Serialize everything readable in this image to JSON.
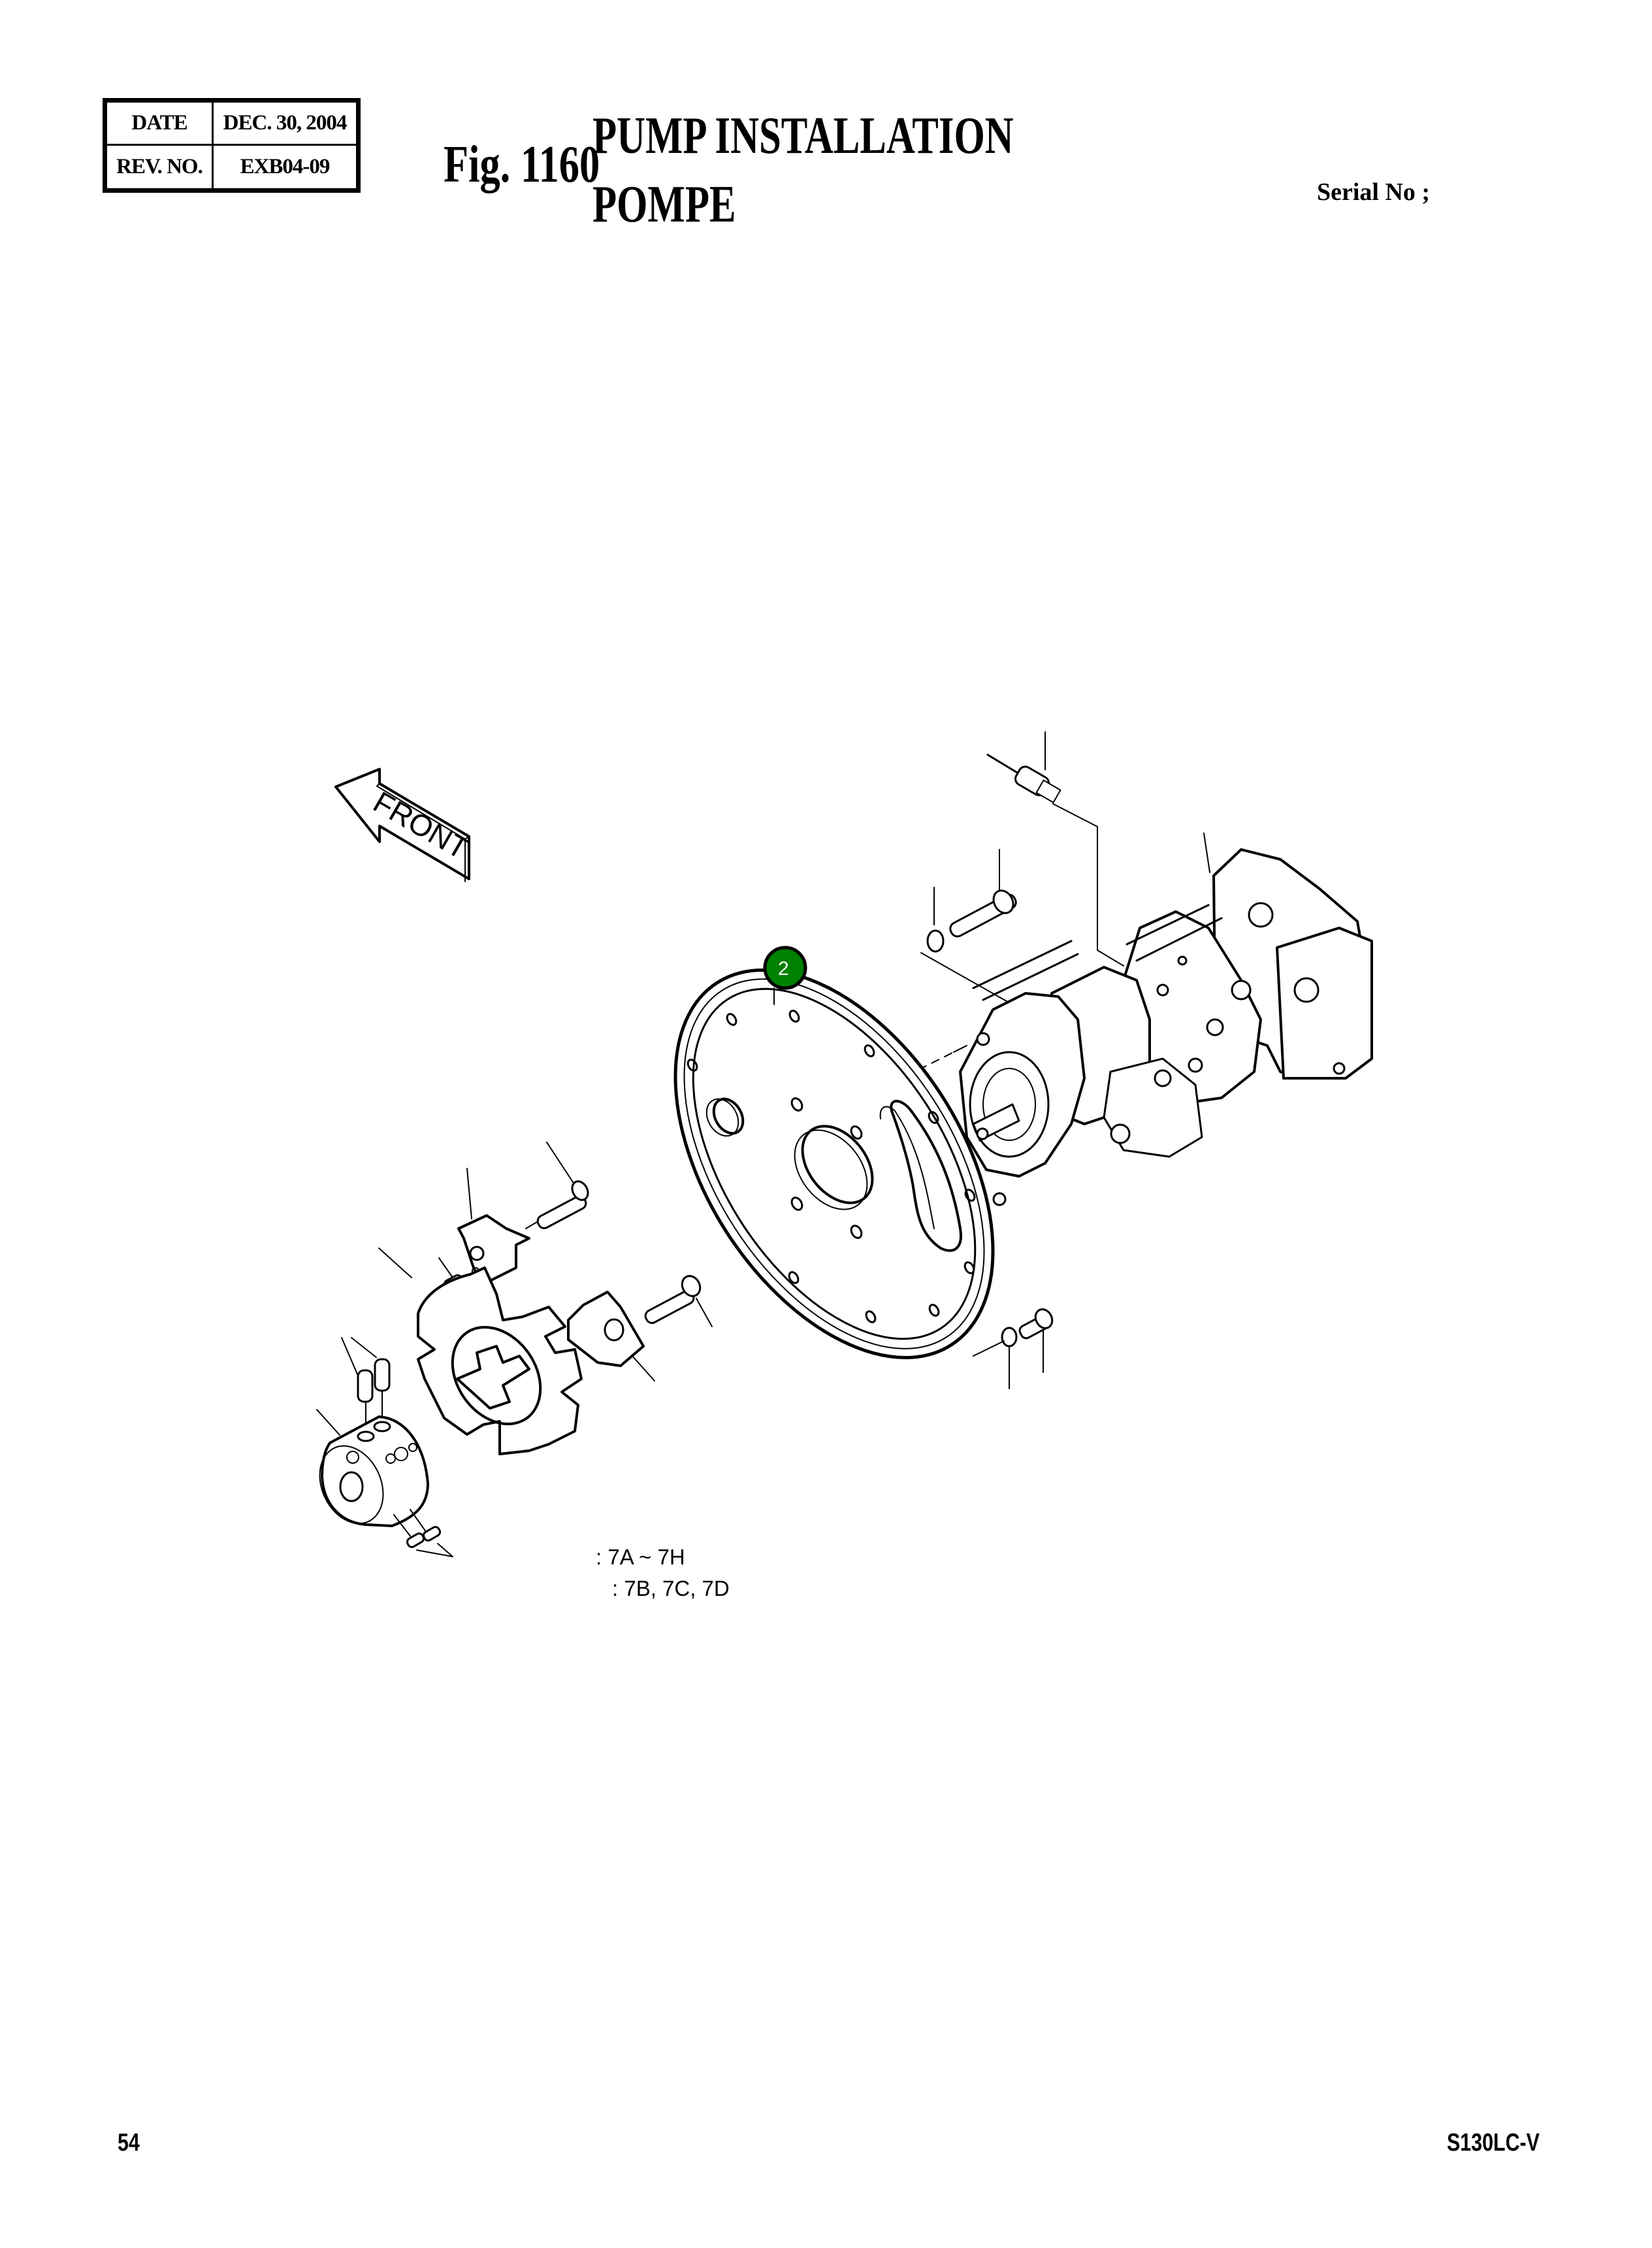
{
  "revision_table": {
    "rows": [
      {
        "label": "DATE",
        "value": "DEC.  30, 2004"
      },
      {
        "label": "REV. NO.",
        "value": "EXB04-09"
      }
    ]
  },
  "header": {
    "figure_number": "Fig. 1160",
    "title_en": "PUMP INSTALLATION",
    "title_fr": "POMPE",
    "serial_label": "Serial No ;"
  },
  "drawing": {
    "direction_arrow_label": "FRONT",
    "callouts": [
      {
        "number": "2",
        "color": "#008000",
        "part": "flange plate"
      }
    ],
    "legend": [
      ": 7A ~ 7H",
      ": 7B, 7C, 7D"
    ]
  },
  "footer": {
    "page_number": "54",
    "model": "S130LC-V"
  }
}
